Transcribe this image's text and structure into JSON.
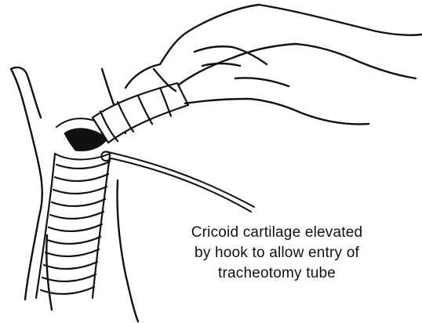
{
  "caption": {
    "lines": [
      "Cricoid cartilage elevated",
      "by hook to allow entry of",
      "tracheotomy tube"
    ]
  },
  "colors": {
    "ink": "#111111",
    "background": "#ffffff"
  }
}
